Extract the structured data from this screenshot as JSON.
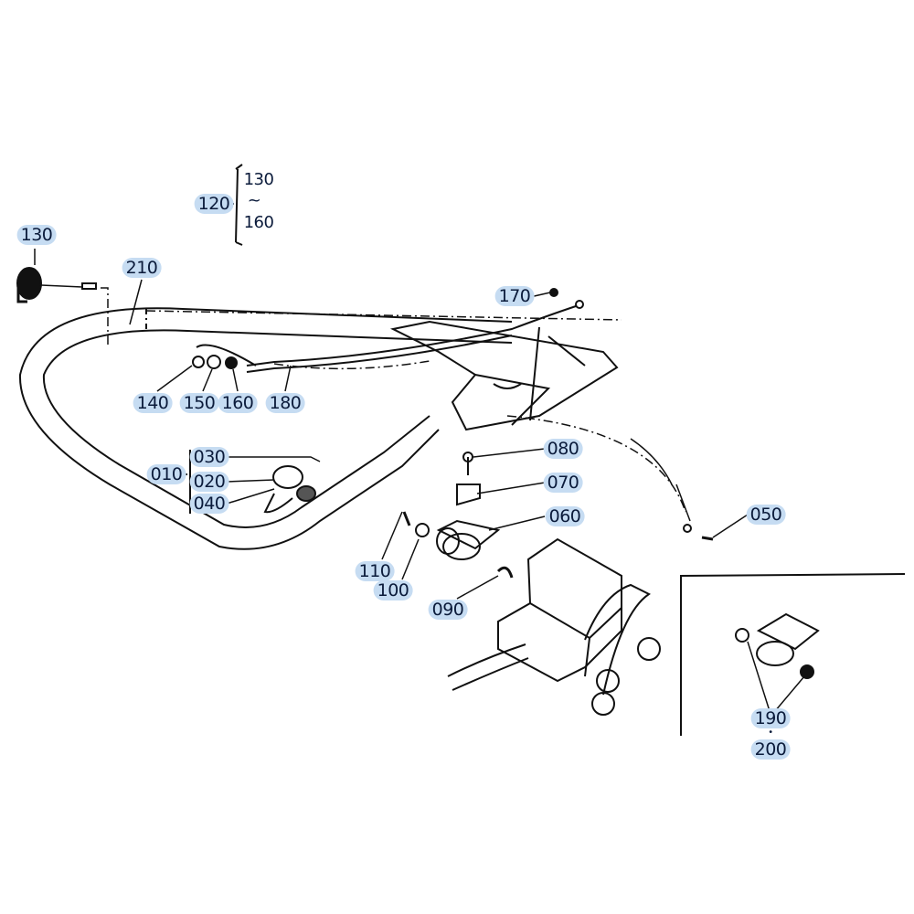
{
  "diagram": {
    "highlight_color": "#c6dcf2",
    "line_color": "#111111",
    "callouts": [
      {
        "id": "c130",
        "text": "130"
      },
      {
        "id": "c120",
        "text": "120"
      },
      {
        "id": "c210",
        "text": "210"
      },
      {
        "id": "c170",
        "text": "170"
      },
      {
        "id": "c140",
        "text": "140"
      },
      {
        "id": "c150",
        "text": "150"
      },
      {
        "id": "c160",
        "text": "160"
      },
      {
        "id": "c180",
        "text": "180"
      },
      {
        "id": "c080",
        "text": "080"
      },
      {
        "id": "c070",
        "text": "070"
      },
      {
        "id": "c060",
        "text": "060"
      },
      {
        "id": "c050",
        "text": "050"
      },
      {
        "id": "c030",
        "text": "030"
      },
      {
        "id": "c020",
        "text": "020"
      },
      {
        "id": "c040",
        "text": "040"
      },
      {
        "id": "c010",
        "text": "010"
      },
      {
        "id": "c110",
        "text": "110"
      },
      {
        "id": "c100",
        "text": "100"
      },
      {
        "id": "c090",
        "text": "090"
      },
      {
        "id": "c190",
        "text": "190"
      },
      {
        "id": "c200",
        "text": "200"
      }
    ],
    "group_range": {
      "from": "130",
      "tilde": "~",
      "to": "160"
    },
    "dot": "•"
  }
}
